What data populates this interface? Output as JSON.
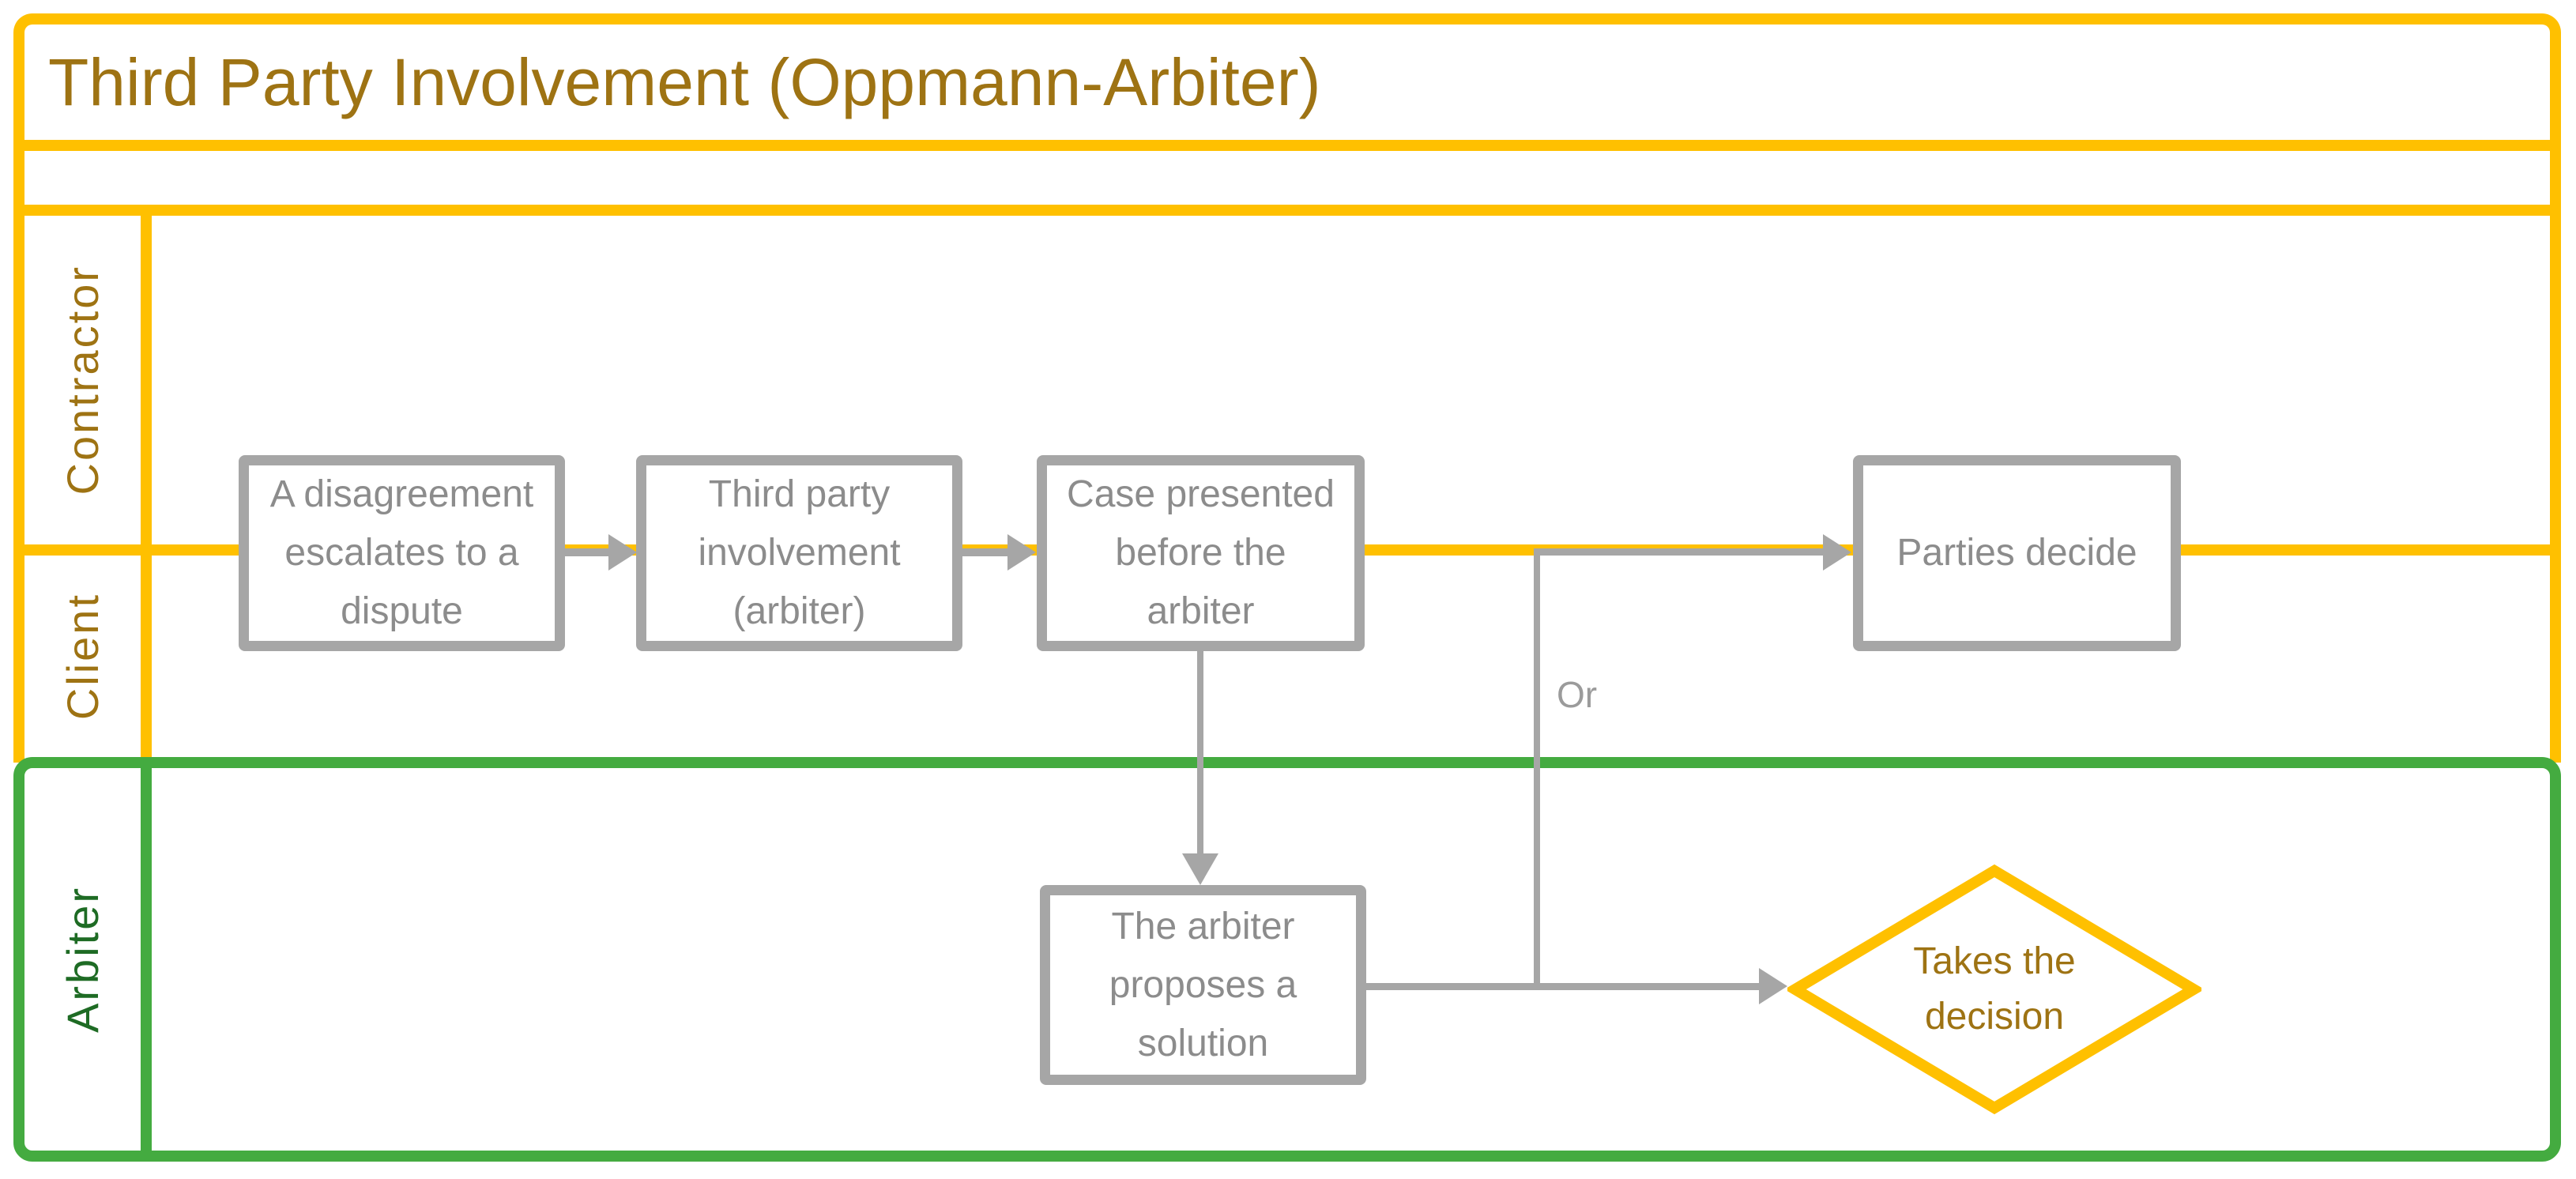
{
  "title": {
    "text": "Third Party Involvement (Oppmann-Arbiter)"
  },
  "lanes": [
    {
      "id": "contractor",
      "label": "Contractor"
    },
    {
      "id": "client",
      "label": "Client"
    },
    {
      "id": "arbiter",
      "label": "Arbiter"
    }
  ],
  "nodes": [
    {
      "id": "dispute",
      "type": "process",
      "label": "A disagreement\nescalates to a\ndispute",
      "lane": "Contractor/Client"
    },
    {
      "id": "involvement",
      "type": "process",
      "label": "Third party\ninvolvement\n(arbiter)",
      "lane": "Contractor/Client"
    },
    {
      "id": "case",
      "type": "process",
      "label": "Case presented\nbefore the\narbiter",
      "lane": "Contractor/Client"
    },
    {
      "id": "parties",
      "type": "process",
      "label": "Parties decide",
      "lane": "Contractor/Client"
    },
    {
      "id": "proposes",
      "type": "process",
      "label": "The arbiter\nproposes a\nsolution",
      "lane": "Arbiter"
    },
    {
      "id": "decision",
      "type": "decision",
      "label": "Takes the\ndecision",
      "lane": "Arbiter"
    }
  ],
  "edges": [
    {
      "from": "dispute",
      "to": "involvement"
    },
    {
      "from": "involvement",
      "to": "case"
    },
    {
      "from": "case",
      "to": "proposes"
    },
    {
      "from": "proposes",
      "to": "decision"
    },
    {
      "from": "proposes",
      "to": "parties",
      "label": "Or"
    }
  ],
  "connectors": {
    "or_label": "Or"
  },
  "colors": {
    "gold": "#FFC000",
    "dark_gold": "#9E7313",
    "green": "#44AB40",
    "dark_green": "#1E6B24",
    "gray": "#A6A6A6",
    "text_gray": "#8C8C8C",
    "background": "#FFFFFF"
  }
}
